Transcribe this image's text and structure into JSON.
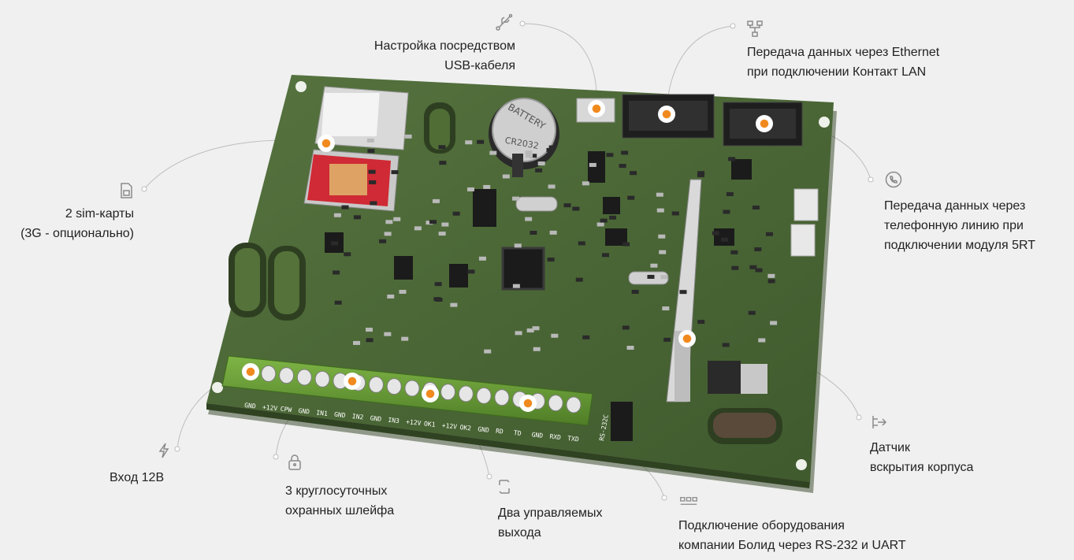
{
  "board": {
    "battery_label": "BATTERY",
    "battery_code": "CR2032",
    "terminal_labels": [
      "GND",
      "+12V",
      "CPW",
      "GND",
      "IN1",
      "GND",
      "IN2",
      "GND",
      "IN3",
      "+12V",
      "OK1",
      "+12V",
      "OK2",
      "GND",
      "RD",
      "TD",
      "GND",
      "RXD",
      "TXD"
    ],
    "iface_label": "RS-232C"
  },
  "callouts": [
    {
      "id": "usb",
      "icon": "usb-icon",
      "lines": [
        "Настройка посредством",
        "USB-кабеля"
      ]
    },
    {
      "id": "ethernet",
      "icon": "network-icon",
      "lines": [
        "Передача данных через Ethernet",
        "при подключении Контакт LAN"
      ]
    },
    {
      "id": "sim",
      "icon": "sim-card-icon",
      "lines": [
        "2 sim-карты",
        "(3G - опционально)"
      ]
    },
    {
      "id": "phone",
      "icon": "phone-icon",
      "lines": [
        "Передача данных через",
        "телефонную линию при",
        "подключении модуля 5RT"
      ]
    },
    {
      "id": "tamper",
      "icon": "tamper-sensor-icon",
      "lines": [
        "Датчик",
        "вскрытия корпуса"
      ]
    },
    {
      "id": "power",
      "icon": "lightning-icon",
      "lines": [
        "Вход 12В"
      ]
    },
    {
      "id": "loops",
      "icon": "lock-icon",
      "lines": [
        "3 круглосуточных",
        "охранных шлейфа"
      ]
    },
    {
      "id": "outputs",
      "icon": "switch-arrows-icon",
      "lines": [
        "Два управляемых",
        "выхода"
      ]
    },
    {
      "id": "rs232",
      "icon": "rs232-icon",
      "lines": [
        "Подключение оборудования",
        "компании Болид через RS-232 и UART"
      ]
    }
  ],
  "colors": {
    "pcb": "#4e6b3a",
    "pcb_dark": "#3a5229",
    "marker": "#f08a1e",
    "line": "#bdbdbd",
    "terminal": "#6ea53a",
    "text": "#222222"
  }
}
